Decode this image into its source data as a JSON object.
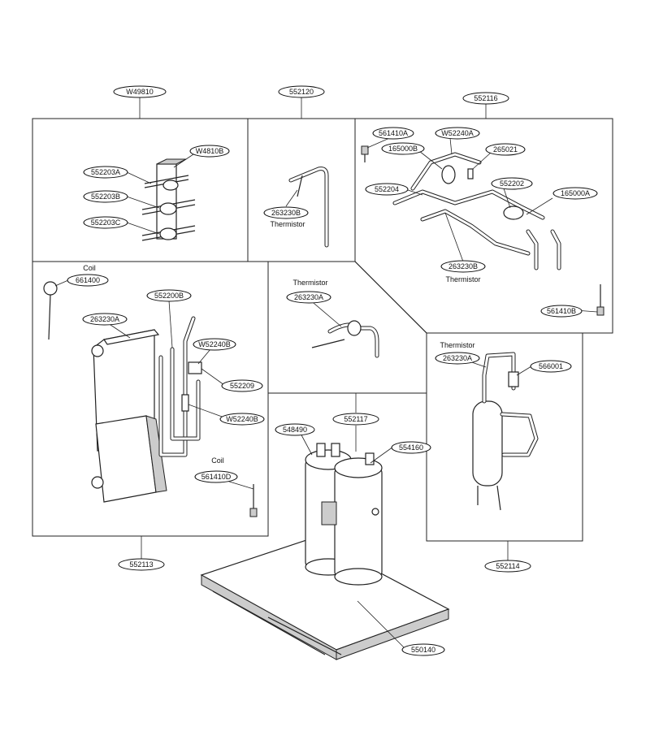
{
  "assemblies": {
    "a1": "W49810",
    "a2": "552120",
    "a3": "552116",
    "a4": "552113",
    "a5": "552117",
    "a6": "552114"
  },
  "parts": {
    "p_w4810b": "W4810B",
    "p_552203a": "552203A",
    "p_552203b": "552203B",
    "p_552203c": "552203C",
    "p_263230b_1": "263230B",
    "p_561410a": "561410A",
    "p_w52240a": "W52240A",
    "p_165000b": "165000B",
    "p_265021": "265021",
    "p_552204": "552204",
    "p_552202": "552202",
    "p_165000a": "165000A",
    "p_263230b_2": "263230B",
    "p_561410b": "561410B",
    "p_661400": "661400",
    "p_552200b": "552200B",
    "p_263230a_1": "263230A",
    "p_w52240b_1": "W52240B",
    "p_552209": "552209",
    "p_w52240b_2": "W52240B",
    "p_561410d": "561410D",
    "p_263230a_2": "263230A",
    "p_548490": "548490",
    "p_554160": "554160",
    "p_263230a_3": "263230A",
    "p_566001": "566001",
    "p_550140": "550140"
  },
  "notes": {
    "thermistor_1": "Thermistor",
    "thermistor_2": "Thermistor",
    "thermistor_3": "Thermistor",
    "thermistor_4": "Thermistor",
    "coil_1": "Coil",
    "coil_2": "Coil"
  }
}
